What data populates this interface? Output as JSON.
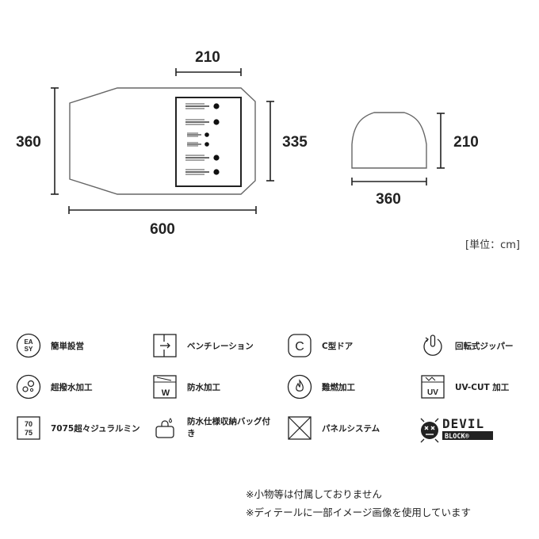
{
  "dimensions": {
    "top_width": "210",
    "total_depth": "360",
    "inner_depth": "335",
    "total_length": "600",
    "side_height": "210",
    "side_width": "360"
  },
  "unit_label": "[単位：cm]",
  "features": [
    {
      "label": "簡単設営",
      "icon": "easy-icon",
      "icon_text": [
        "EA",
        "SY"
      ]
    },
    {
      "label": "ベンチレーション",
      "icon": "ventilation-icon"
    },
    {
      "label": "C型ドア",
      "icon": "c-door-icon",
      "icon_text": [
        "C"
      ]
    },
    {
      "label": "回転式ジッパー",
      "icon": "rotating-zipper-icon"
    },
    {
      "label": "超撥水加工",
      "icon": "super-water-repellent-icon"
    },
    {
      "label": "防水加工",
      "icon": "waterproof-icon",
      "icon_text": [
        "W"
      ]
    },
    {
      "label": "難燃加工",
      "icon": "flame-retardant-icon"
    },
    {
      "label": "UV-CUT 加工",
      "icon": "uv-cut-icon",
      "icon_text": [
        "UV"
      ]
    },
    {
      "label": "7075超々ジュラルミン",
      "icon": "duralumin-7075-icon",
      "icon_text": [
        "70",
        "75"
      ]
    },
    {
      "label": "防水仕様収納バッグ付き",
      "icon": "waterproof-bag-icon"
    },
    {
      "label": "パネルシステム",
      "icon": "panel-system-icon"
    },
    {
      "label": "",
      "icon": "devil-block-icon",
      "icon_text": [
        "DEVIL",
        "BLOCK®"
      ]
    }
  ],
  "notes": [
    "※小物等は付属しておりません",
    "※ディテールに一部イメージ画像を使用しています"
  ],
  "colors": {
    "outline": "#555555",
    "dimension_line": "#222222",
    "fill": "#ffffff"
  }
}
